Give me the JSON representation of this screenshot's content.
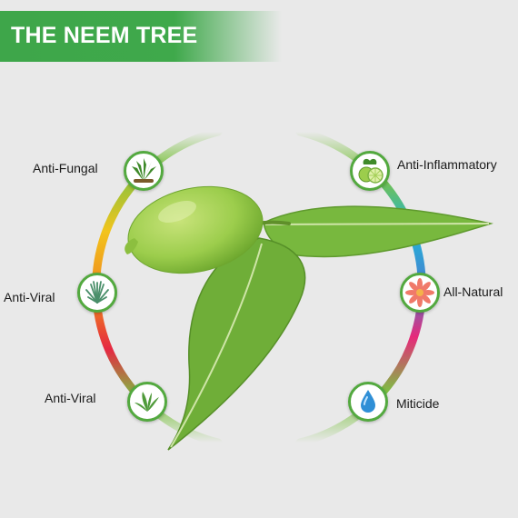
{
  "header": {
    "title": "THE NEEM TREE"
  },
  "benefits": [
    {
      "label": "Anti-Fungal",
      "icon": "neem-leaves-icon"
    },
    {
      "label": "Anti-Viral",
      "icon": "grass-plant-icon"
    },
    {
      "label": "Anti-Viral",
      "icon": "aloe-plant-icon"
    },
    {
      "label": "Anti-Inflammatory",
      "icon": "lime-icon"
    },
    {
      "label": "All-Natural",
      "icon": "flower-icon"
    },
    {
      "label": "Miticide",
      "icon": "water-drop-icon"
    }
  ],
  "colors": {
    "banner": "#3fa94b",
    "ring_green": "#7cc242",
    "ring_yellow": "#f2c41c",
    "ring_red": "#e52842",
    "ring_cyan": "#1fb5d8",
    "ring_magenta": "#e7297a",
    "node_border": "#53a93f",
    "leaf": "#74b33c",
    "fruit": "#9ccd4c"
  }
}
